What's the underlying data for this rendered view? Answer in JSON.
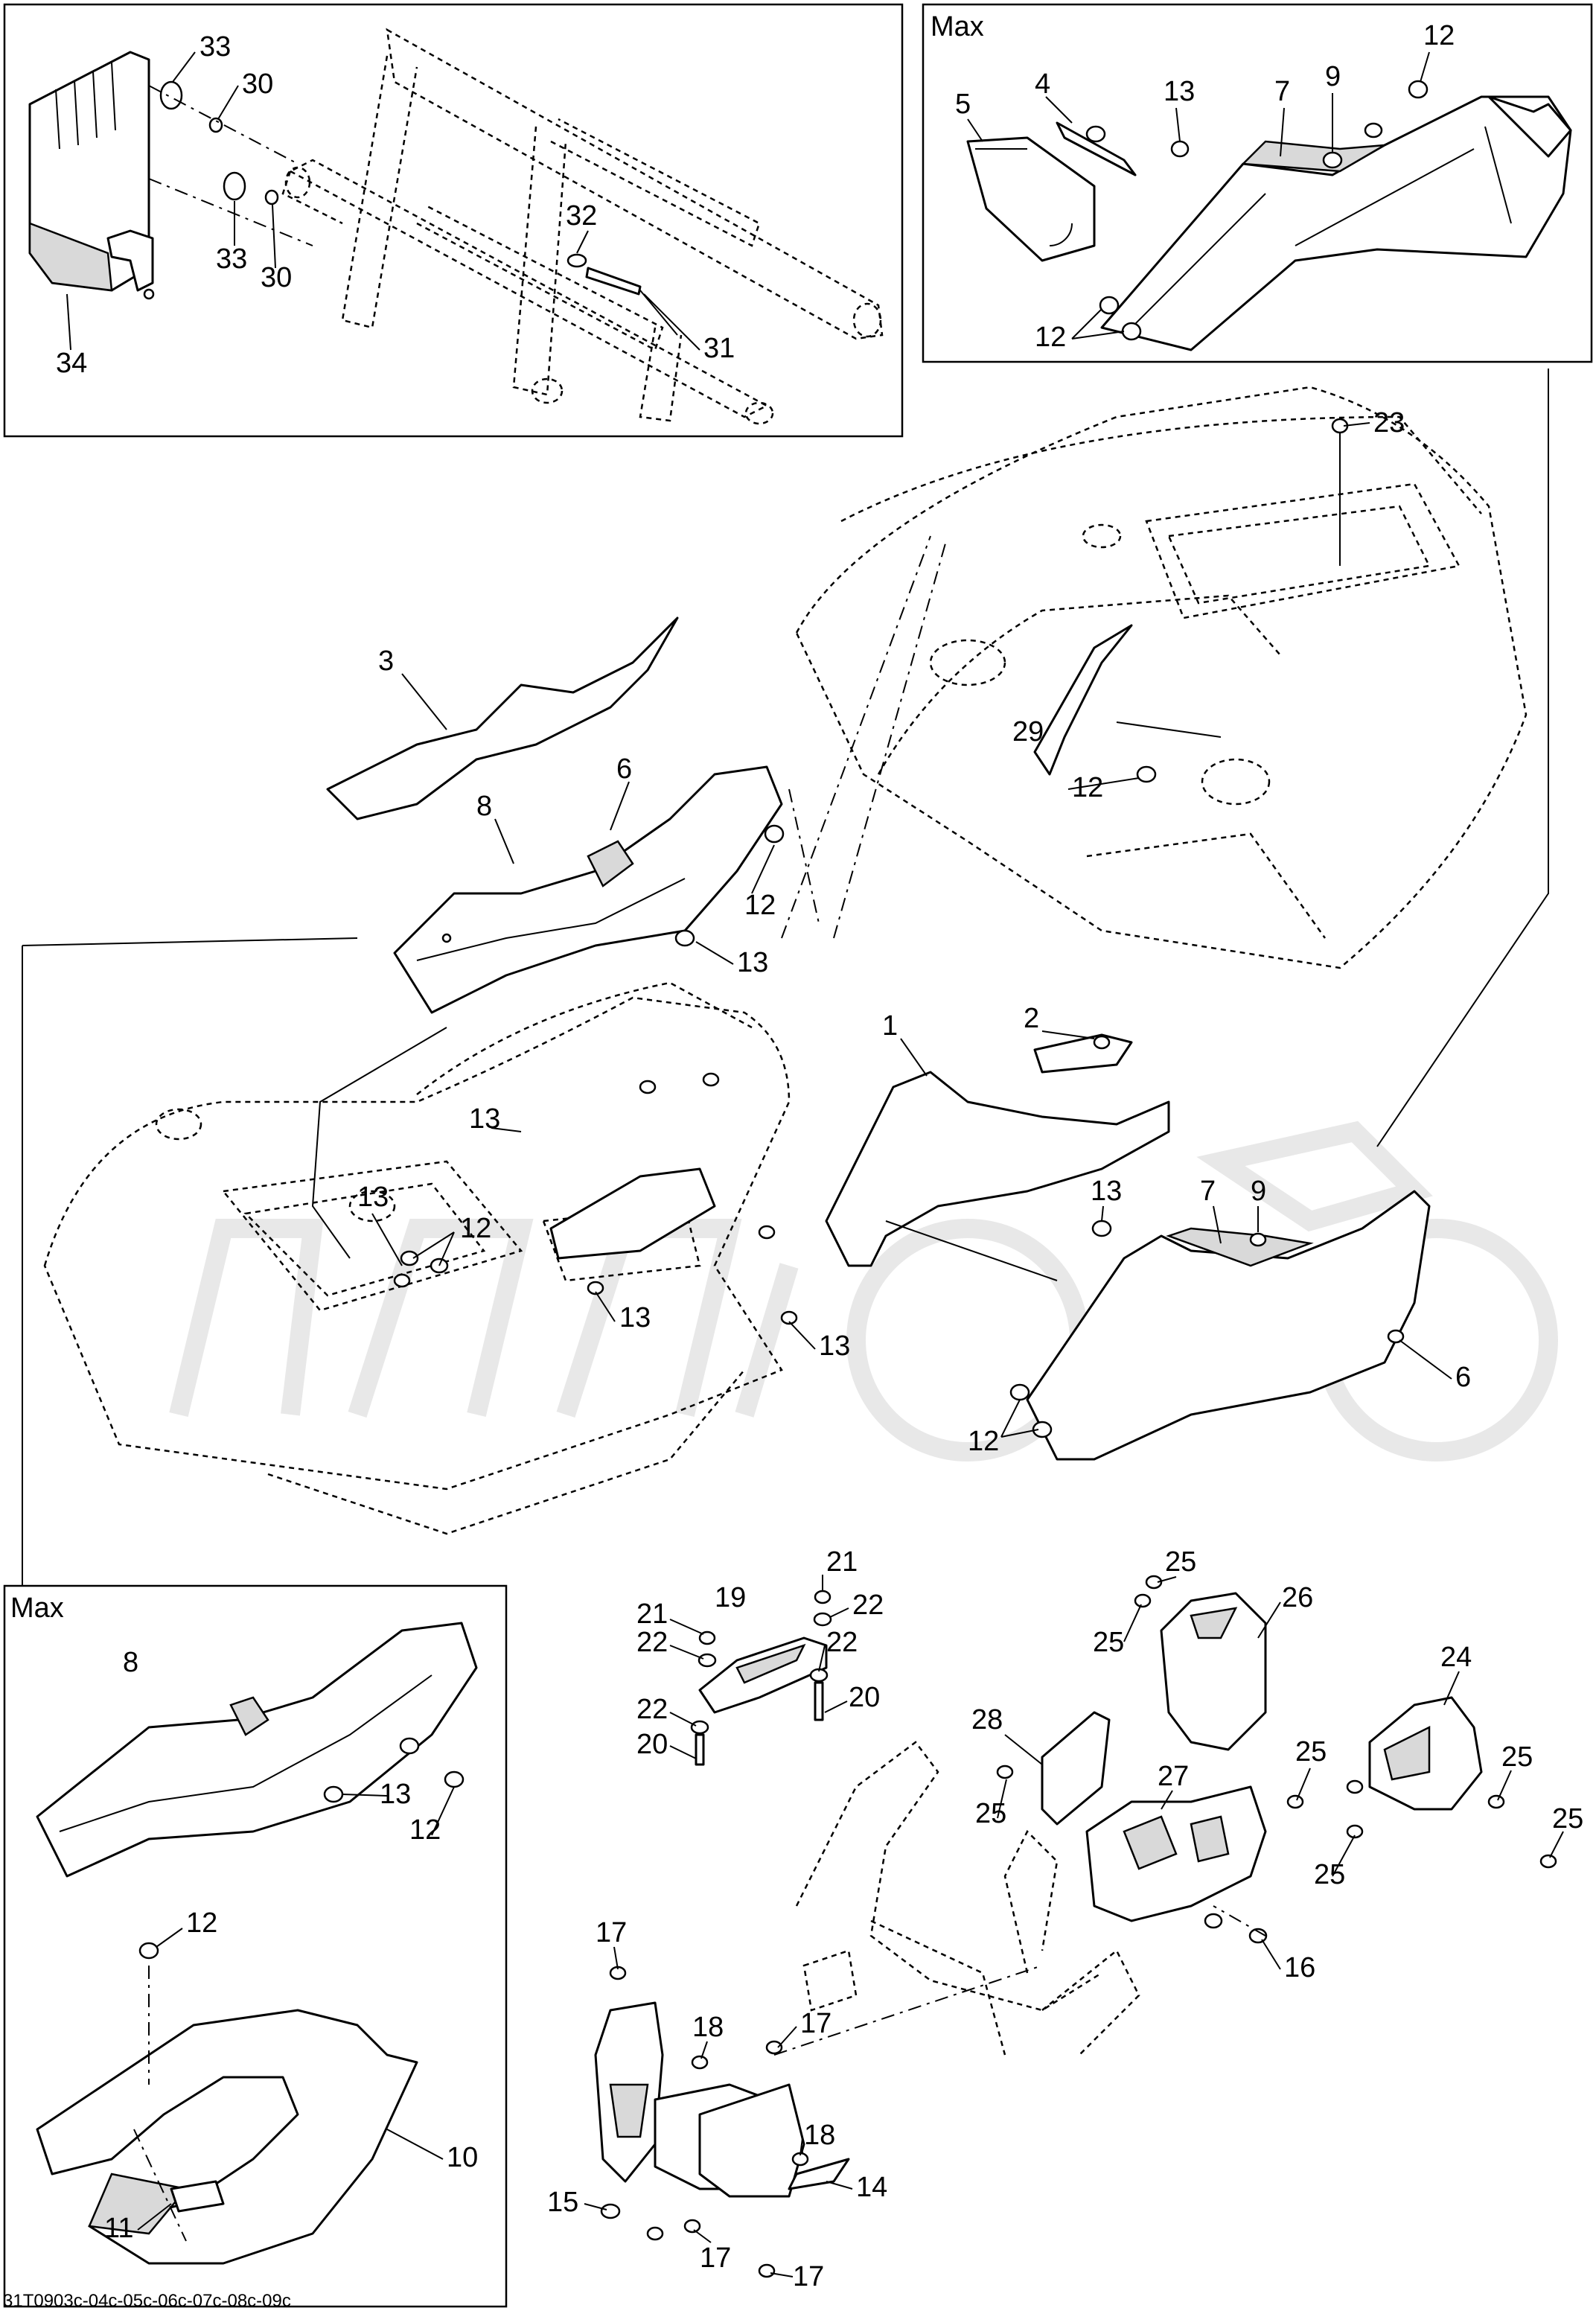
{
  "diagram": {
    "reference_code": "31T0903c-04c-05c-06c-07c-08c-09c",
    "boxes": {
      "top_left": {
        "title": ""
      },
      "top_right": {
        "title": "Max"
      },
      "bottom_left": {
        "title": "Max"
      }
    },
    "callouts": {
      "tl_33a": "33",
      "tl_30a": "30",
      "tl_33b": "33",
      "tl_30b": "30",
      "tl_32": "32",
      "tl_31": "31",
      "tl_34": "34",
      "tr_5": "5",
      "tr_4": "4",
      "tr_13": "13",
      "tr_7": "7",
      "tr_9": "9",
      "tr_12a": "12",
      "tr_12b": "12",
      "m_23": "23",
      "m_3": "3",
      "m_6a": "6",
      "m_8": "8",
      "m_12a": "12",
      "m_13a": "13",
      "m_29": "29",
      "m_12b": "12",
      "m_1": "1",
      "m_2": "2",
      "m_13b": "13",
      "m_13c": "13",
      "m_12c": "12",
      "m_13d": "13",
      "m_13e": "13",
      "m_13f": "13",
      "m_9": "9",
      "m_7": "7",
      "m_6b": "6",
      "m_12d": "12",
      "bl_8": "8",
      "bl_13": "13",
      "bl_12a": "12",
      "bl_12b": "12",
      "bl_10": "10",
      "bl_11": "11",
      "b_21a": "21",
      "b_22a": "22",
      "b_19": "19",
      "b_21b": "21",
      "b_22b": "22",
      "b_22c": "22",
      "b_20a": "20",
      "b_22d": "22",
      "b_20b": "20",
      "b_25a": "25",
      "b_26": "26",
      "b_25b": "25",
      "b_28": "28",
      "b_24": "24",
      "b_25c": "25",
      "b_25d": "25",
      "b_27": "27",
      "b_25e": "25",
      "b_25f": "25",
      "b_25g": "25",
      "b_16": "16",
      "b_17a": "17",
      "b_18a": "18",
      "b_17b": "17",
      "b_18b": "18",
      "b_15": "15",
      "b_14": "14",
      "b_17c": "17",
      "b_17d": "17"
    }
  }
}
